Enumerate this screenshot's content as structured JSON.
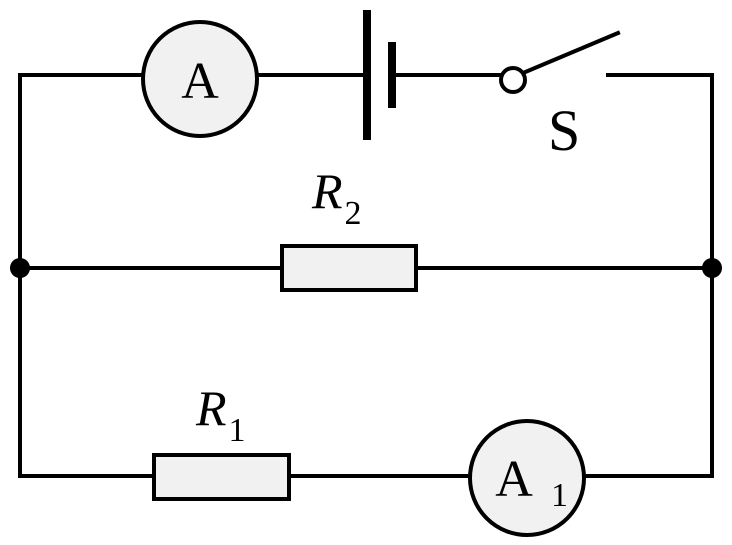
{
  "meters": {
    "main": {
      "symbol": "A",
      "subscript": ""
    },
    "branch": {
      "symbol": "A",
      "subscript": "1"
    }
  },
  "switch": {
    "label": "S"
  },
  "resistors": {
    "r1": {
      "symbol": "R",
      "subscript": "1"
    },
    "r2": {
      "symbol": "R",
      "subscript": "2"
    }
  },
  "colors": {
    "line": "#000000",
    "component_fill": "#f1f1f1",
    "background": "#ffffff"
  }
}
